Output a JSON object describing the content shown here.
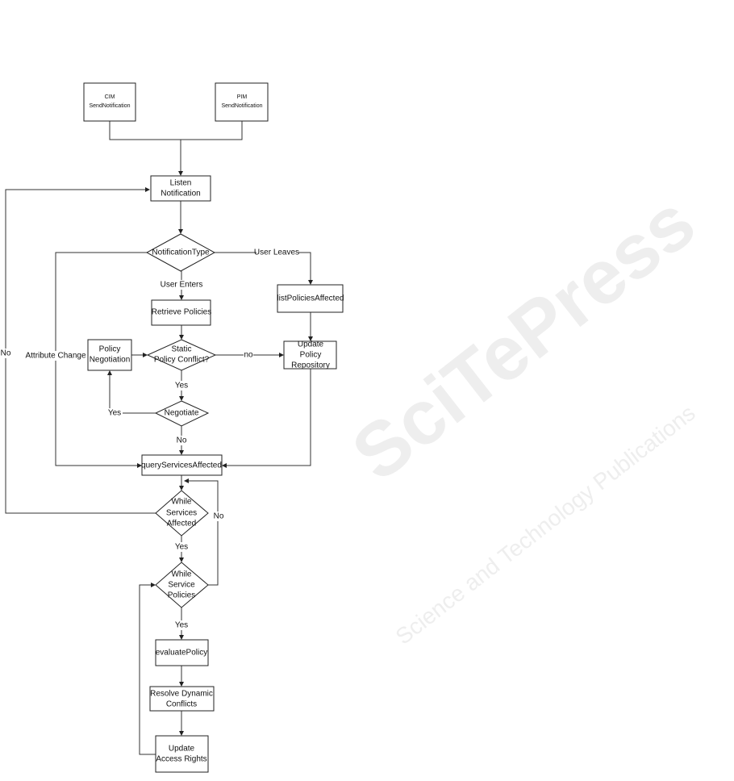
{
  "watermark": {
    "brand": "SciTePress",
    "subtitle": "Science and Technology Publications"
  },
  "nodes": {
    "cim": [
      "CIM",
      "SendNotification"
    ],
    "pim": [
      "PIM",
      "SendNotification"
    ],
    "listen": [
      "Listen",
      "Notification"
    ],
    "notification_type": "NotificationType",
    "retrieve_policies": "Retrieve Policies",
    "list_policies_affected": "listPoliciesAffected",
    "static_conflict": [
      "Static",
      "Policy Conflict?"
    ],
    "policy_negotiation": [
      "Policy",
      "Negotiation"
    ],
    "update_repository": [
      "Update",
      "Policy",
      "Repository"
    ],
    "negotiate": "Negotiate",
    "query_services": "queryServicesAffected",
    "while_services": [
      "While",
      "Services",
      "Affected"
    ],
    "while_policies": [
      "While",
      "Service",
      "Policies"
    ],
    "evaluate_policy": "evaluatePolicy",
    "resolve_conflicts": [
      "Resolve Dynamic",
      "Conflicts"
    ],
    "update_access": [
      "Update",
      "Access Rights"
    ]
  },
  "edge_labels": {
    "user_leaves": "User Leaves",
    "user_enters": "User Enters",
    "attribute_change": "Attribute Change",
    "no_conflict": "no",
    "yes_conflict": "Yes",
    "yes_negotiate": "Yes",
    "no_negotiate": "No",
    "no_services": "No",
    "yes_services": "Yes",
    "no_policies": "No",
    "yes_policies": "Yes"
  }
}
